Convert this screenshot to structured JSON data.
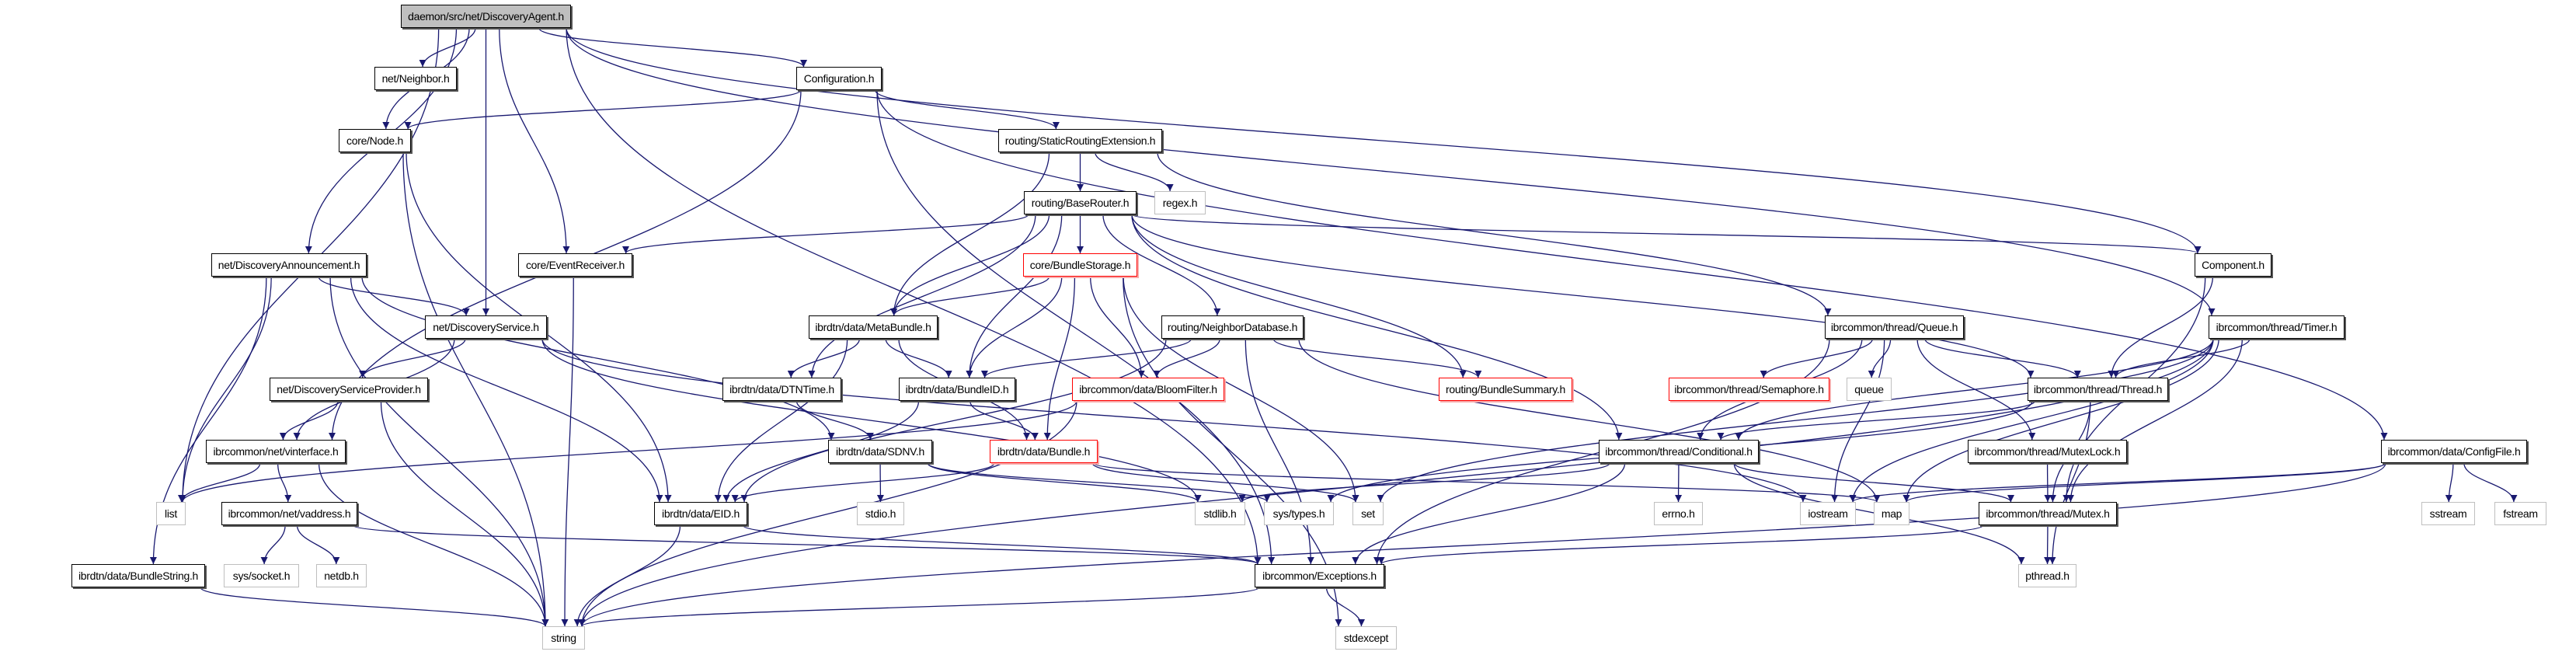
{
  "title": "daemon/src/net/DiscoveryAgent.h",
  "colors": {
    "edge": "#191970",
    "root_fill": "#bfbfbf",
    "missing_border": "#ff0000",
    "external_border": "#bfbfbf"
  },
  "nodes": [
    {
      "id": "agent",
      "label": "daemon/src/net/DiscoveryAgent.h",
      "kind": "root"
    },
    {
      "id": "neighbor",
      "label": "net/Neighbor.h",
      "kind": "internal"
    },
    {
      "id": "configuration",
      "label": "Configuration.h",
      "kind": "internal"
    },
    {
      "id": "node",
      "label": "core/Node.h",
      "kind": "internal"
    },
    {
      "id": "static",
      "label": "routing/StaticRoutingExtension.h",
      "kind": "internal"
    },
    {
      "id": "baserouter",
      "label": "routing/BaseRouter.h",
      "kind": "internal"
    },
    {
      "id": "regex",
      "label": "regex.h",
      "kind": "external"
    },
    {
      "id": "announcement",
      "label": "net/DiscoveryAnnouncement.h",
      "kind": "internal"
    },
    {
      "id": "eventreceiver",
      "label": "core/EventReceiver.h",
      "kind": "internal"
    },
    {
      "id": "bundlestorage",
      "label": "core/BundleStorage.h",
      "kind": "missing"
    },
    {
      "id": "component",
      "label": "Component.h",
      "kind": "internal"
    },
    {
      "id": "service",
      "label": "net/DiscoveryService.h",
      "kind": "internal"
    },
    {
      "id": "metabundle",
      "label": "ibrdtn/data/MetaBundle.h",
      "kind": "internal"
    },
    {
      "id": "neighbordb",
      "label": "routing/NeighborDatabase.h",
      "kind": "internal"
    },
    {
      "id": "queueh",
      "label": "ibrcommon/thread/Queue.h",
      "kind": "internal"
    },
    {
      "id": "timer",
      "label": "ibrcommon/thread/Timer.h",
      "kind": "internal"
    },
    {
      "id": "provider",
      "label": "net/DiscoveryServiceProvider.h",
      "kind": "internal"
    },
    {
      "id": "dtntime",
      "label": "ibrdtn/data/DTNTime.h",
      "kind": "internal"
    },
    {
      "id": "bundleid",
      "label": "ibrdtn/data/BundleID.h",
      "kind": "internal"
    },
    {
      "id": "bloomfilter",
      "label": "ibrcommon/data/BloomFilter.h",
      "kind": "missing"
    },
    {
      "id": "bundlesummary",
      "label": "routing/BundleSummary.h",
      "kind": "missing"
    },
    {
      "id": "semaphore",
      "label": "ibrcommon/thread/Semaphore.h",
      "kind": "missing"
    },
    {
      "id": "queue",
      "label": "queue",
      "kind": "external"
    },
    {
      "id": "thread",
      "label": "ibrcommon/thread/Thread.h",
      "kind": "internal"
    },
    {
      "id": "vinterface",
      "label": "ibrcommon/net/vinterface.h",
      "kind": "internal"
    },
    {
      "id": "sdnv",
      "label": "ibrdtn/data/SDNV.h",
      "kind": "internal"
    },
    {
      "id": "bundle",
      "label": "ibrdtn/data/Bundle.h",
      "kind": "missing"
    },
    {
      "id": "conditional",
      "label": "ibrcommon/thread/Conditional.h",
      "kind": "internal"
    },
    {
      "id": "mutexlock",
      "label": "ibrcommon/thread/MutexLock.h",
      "kind": "internal"
    },
    {
      "id": "configfile",
      "label": "ibrcommon/data/ConfigFile.h",
      "kind": "internal"
    },
    {
      "id": "list",
      "label": "list",
      "kind": "external"
    },
    {
      "id": "vaddress",
      "label": "ibrcommon/net/vaddress.h",
      "kind": "internal"
    },
    {
      "id": "eid",
      "label": "ibrdtn/data/EID.h",
      "kind": "internal"
    },
    {
      "id": "stdio",
      "label": "stdio.h",
      "kind": "external"
    },
    {
      "id": "stdlib",
      "label": "stdlib.h",
      "kind": "external"
    },
    {
      "id": "systypes",
      "label": "sys/types.h",
      "kind": "external"
    },
    {
      "id": "set",
      "label": "set",
      "kind": "external"
    },
    {
      "id": "errno",
      "label": "errno.h",
      "kind": "external"
    },
    {
      "id": "iostream",
      "label": "iostream",
      "kind": "external"
    },
    {
      "id": "map",
      "label": "map",
      "kind": "external"
    },
    {
      "id": "mutex",
      "label": "ibrcommon/thread/Mutex.h",
      "kind": "internal"
    },
    {
      "id": "sstream",
      "label": "sstream",
      "kind": "external"
    },
    {
      "id": "fstream",
      "label": "fstream",
      "kind": "external"
    },
    {
      "id": "bundlestring",
      "label": "ibrdtn/data/BundleString.h",
      "kind": "internal"
    },
    {
      "id": "syssocket",
      "label": "sys/socket.h",
      "kind": "external"
    },
    {
      "id": "netdb",
      "label": "netdb.h",
      "kind": "external"
    },
    {
      "id": "exceptions",
      "label": "ibrcommon/Exceptions.h",
      "kind": "internal"
    },
    {
      "id": "pthread",
      "label": "pthread.h",
      "kind": "external"
    },
    {
      "id": "string",
      "label": "string",
      "kind": "external"
    },
    {
      "id": "stdexcept",
      "label": "stdexcept",
      "kind": "external"
    }
  ],
  "edges": [
    [
      "agent",
      "neighbor"
    ],
    [
      "agent",
      "node"
    ],
    [
      "agent",
      "configuration"
    ],
    [
      "agent",
      "announcement"
    ],
    [
      "agent",
      "service"
    ],
    [
      "agent",
      "eventreceiver"
    ],
    [
      "agent",
      "component"
    ],
    [
      "agent",
      "timer"
    ],
    [
      "agent",
      "list"
    ],
    [
      "agent",
      "exceptions"
    ],
    [
      "configuration",
      "node"
    ],
    [
      "configuration",
      "static"
    ],
    [
      "configuration",
      "vinterface"
    ],
    [
      "configuration",
      "configfile"
    ],
    [
      "configuration",
      "exceptions"
    ],
    [
      "node",
      "string"
    ],
    [
      "node",
      "eid"
    ],
    [
      "static",
      "baserouter"
    ],
    [
      "static",
      "regex"
    ],
    [
      "static",
      "metabundle"
    ],
    [
      "static",
      "queueh"
    ],
    [
      "baserouter",
      "eventreceiver"
    ],
    [
      "baserouter",
      "component"
    ],
    [
      "baserouter",
      "bundlestorage"
    ],
    [
      "baserouter",
      "metabundle"
    ],
    [
      "baserouter",
      "bundleid"
    ],
    [
      "baserouter",
      "dtntime"
    ],
    [
      "baserouter",
      "neighbordb"
    ],
    [
      "baserouter",
      "bundlesummary"
    ],
    [
      "baserouter",
      "thread"
    ],
    [
      "baserouter",
      "conditional"
    ],
    [
      "bundlestorage",
      "metabundle"
    ],
    [
      "bundlestorage",
      "bundleid"
    ],
    [
      "bundlestorage",
      "bundle"
    ],
    [
      "bundlestorage",
      "bloomfilter"
    ],
    [
      "bundlestorage",
      "set"
    ],
    [
      "bundlestorage",
      "stdexcept"
    ],
    [
      "announcement",
      "service"
    ],
    [
      "announcement",
      "list"
    ],
    [
      "announcement",
      "string"
    ],
    [
      "announcement",
      "bundlestring"
    ],
    [
      "announcement",
      "eid"
    ],
    [
      "announcement",
      "sdnv"
    ],
    [
      "eventreceiver",
      "string"
    ],
    [
      "service",
      "provider"
    ],
    [
      "service",
      "vinterface"
    ],
    [
      "service",
      "stdlib"
    ],
    [
      "service",
      "iostream"
    ],
    [
      "provider",
      "vinterface"
    ],
    [
      "provider",
      "string"
    ],
    [
      "metabundle",
      "dtntime"
    ],
    [
      "metabundle",
      "bundleid"
    ],
    [
      "metabundle",
      "eid"
    ],
    [
      "metabundle",
      "bundle"
    ],
    [
      "neighbordb",
      "bundleid"
    ],
    [
      "neighbordb",
      "bloomfilter"
    ],
    [
      "neighbordb",
      "bundlesummary"
    ],
    [
      "neighbordb",
      "eid"
    ],
    [
      "neighbordb",
      "exceptions"
    ],
    [
      "neighbordb",
      "map"
    ],
    [
      "dtntime",
      "sdnv"
    ],
    [
      "bundleid",
      "bundle"
    ],
    [
      "bundleid",
      "eid"
    ],
    [
      "bloomfilter",
      "list"
    ],
    [
      "bloomfilter",
      "string"
    ],
    [
      "vinterface",
      "list"
    ],
    [
      "vinterface",
      "vaddress"
    ],
    [
      "vinterface",
      "string"
    ],
    [
      "vaddress",
      "syssocket"
    ],
    [
      "vaddress",
      "netdb"
    ],
    [
      "vaddress",
      "exceptions"
    ],
    [
      "sdnv",
      "stdio"
    ],
    [
      "sdnv",
      "stdlib"
    ],
    [
      "sdnv",
      "systypes"
    ],
    [
      "bundle",
      "eid"
    ],
    [
      "bundle",
      "set"
    ],
    [
      "bundle",
      "map"
    ],
    [
      "eid",
      "string"
    ],
    [
      "eid",
      "exceptions"
    ],
    [
      "bundlestring",
      "string"
    ],
    [
      "exceptions",
      "stdexcept"
    ],
    [
      "exceptions",
      "string"
    ],
    [
      "queueh",
      "conditional"
    ],
    [
      "queueh",
      "semaphore"
    ],
    [
      "queueh",
      "queue"
    ],
    [
      "queueh",
      "thread"
    ],
    [
      "queueh",
      "mutexlock"
    ],
    [
      "queueh",
      "iostream"
    ],
    [
      "queueh",
      "exceptions"
    ],
    [
      "component",
      "thread"
    ],
    [
      "component",
      "mutex"
    ],
    [
      "timer",
      "thread"
    ],
    [
      "timer",
      "conditional"
    ],
    [
      "timer",
      "iostream"
    ],
    [
      "timer",
      "map"
    ],
    [
      "timer",
      "mutex"
    ],
    [
      "timer",
      "set"
    ],
    [
      "timer",
      "string"
    ],
    [
      "thread",
      "conditional"
    ],
    [
      "thread",
      "mutex"
    ],
    [
      "thread",
      "pthread"
    ],
    [
      "thread",
      "systypes"
    ],
    [
      "conditional",
      "errno"
    ],
    [
      "conditional",
      "exceptions"
    ],
    [
      "conditional",
      "pthread"
    ],
    [
      "conditional",
      "mutex"
    ],
    [
      "conditional",
      "stdlib"
    ],
    [
      "mutexlock",
      "mutex"
    ],
    [
      "mutex",
      "pthread"
    ],
    [
      "mutex",
      "exceptions"
    ],
    [
      "configfile",
      "sstream"
    ],
    [
      "configfile",
      "fstream"
    ],
    [
      "configfile",
      "map"
    ],
    [
      "configfile",
      "iostream"
    ],
    [
      "configfile",
      "string"
    ]
  ]
}
